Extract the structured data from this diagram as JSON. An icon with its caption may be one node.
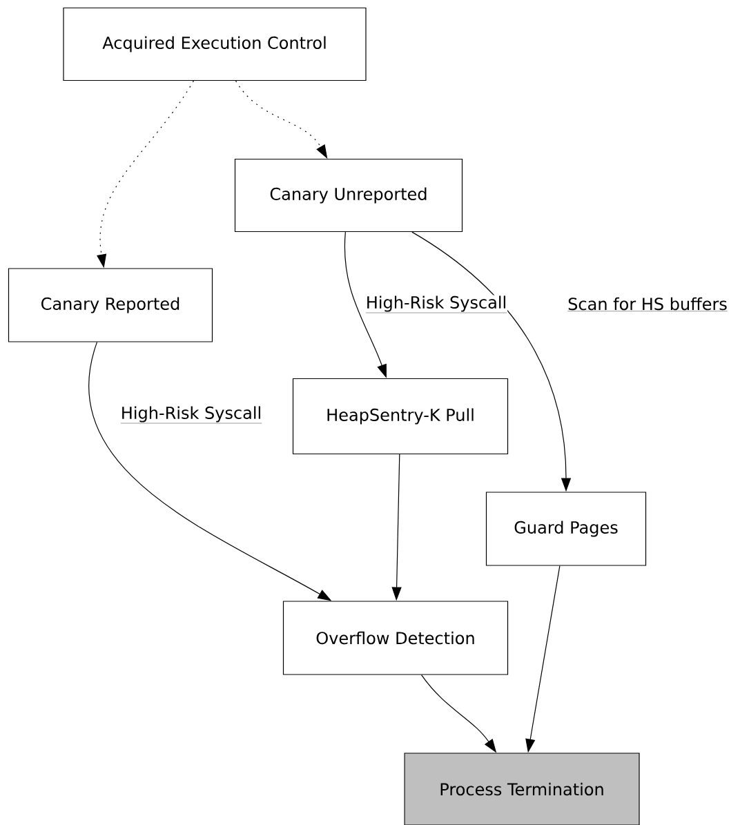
{
  "diagram": {
    "nodes": [
      {
        "text": [
          "Acquired Execution Control"
        ]
      },
      {
        "text": [
          "Canary Unreported"
        ]
      },
      {
        "text": [
          "Canary Reported"
        ]
      },
      {
        "text": [
          "HeapSentry-K Pull"
        ]
      },
      {
        "text": [
          "Guard Pages"
        ]
      },
      {
        "text": [
          "Overflow Detection"
        ]
      },
      {
        "text": [
          "Process Termination"
        ]
      }
    ],
    "edges": [
      {
        "from": 0,
        "to": 2,
        "arrow": "to",
        "style": "dashed"
      },
      {
        "from": 0,
        "to": 1,
        "arrow": "to",
        "style": "dashed"
      },
      {
        "from": 1,
        "to": 3,
        "arrow": "to",
        "label": "High-Risk Syscall"
      },
      {
        "from": 1,
        "to": 4,
        "arrow": "to",
        "label": "Scan for HS buffers"
      },
      {
        "from": 2,
        "to": 5,
        "arrow": "to",
        "label": "High-Risk Syscall"
      },
      {
        "from": 3,
        "to": 5,
        "arrow": "to"
      },
      {
        "from": 4,
        "to": 6,
        "arrow": "to"
      },
      {
        "from": 5,
        "to": 6,
        "arrow": "to"
      }
    ]
  }
}
